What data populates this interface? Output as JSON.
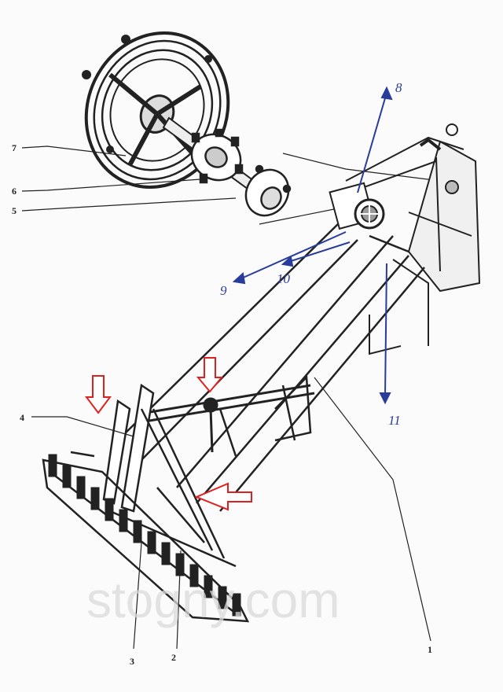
{
  "parts_labels_black": [
    "1",
    "2",
    "3",
    "4",
    "5",
    "6",
    "7"
  ],
  "parts_labels_blue": [
    "8",
    "9",
    "10",
    "11"
  ],
  "watermark": "stogny.com",
  "colors": {
    "line": "#222222",
    "annotation_blue": "#2a3c9a",
    "arrow_red": "#e02020",
    "watermark": "#dadada"
  },
  "icons": [
    "pulley-wheel-icon",
    "sprocket-icon",
    "bearing-icon",
    "motor-icon",
    "boom-arm-icon",
    "harrow-rake-icon",
    "red-arrow-icon"
  ]
}
